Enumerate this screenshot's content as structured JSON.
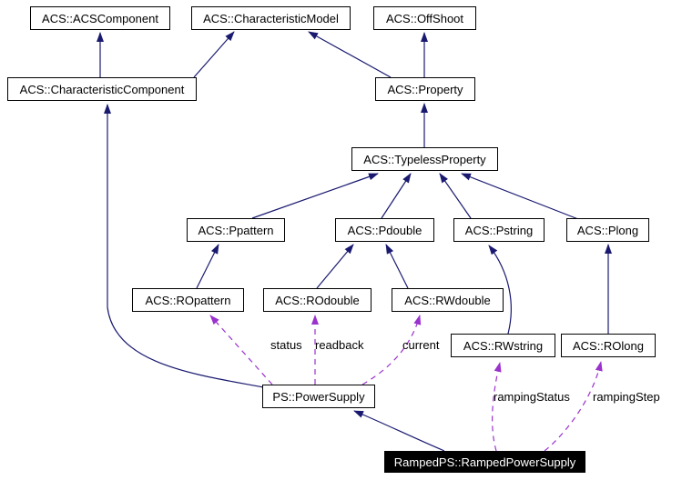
{
  "nodes": [
    {
      "id": "acs-acscomponent",
      "label": "ACS::ACSComponent"
    },
    {
      "id": "acs-characteristicmodel",
      "label": "ACS::CharacteristicModel"
    },
    {
      "id": "acs-offshoot",
      "label": "ACS::OffShoot"
    },
    {
      "id": "acs-characteristiccomponent",
      "label": "ACS::CharacteristicComponent"
    },
    {
      "id": "acs-property",
      "label": "ACS::Property"
    },
    {
      "id": "acs-typelessproperty",
      "label": "ACS::TypelessProperty"
    },
    {
      "id": "acs-ppattern",
      "label": "ACS::Ppattern"
    },
    {
      "id": "acs-pdouble",
      "label": "ACS::Pdouble"
    },
    {
      "id": "acs-pstring",
      "label": "ACS::Pstring"
    },
    {
      "id": "acs-plong",
      "label": "ACS::Plong"
    },
    {
      "id": "acs-ropattern",
      "label": "ACS::ROpattern"
    },
    {
      "id": "acs-rodouble",
      "label": "ACS::ROdouble"
    },
    {
      "id": "acs-rwdouble",
      "label": "ACS::RWdouble"
    },
    {
      "id": "acs-rwstring",
      "label": "ACS::RWstring"
    },
    {
      "id": "acs-rolong",
      "label": "ACS::ROlong"
    },
    {
      "id": "ps-powersupply",
      "label": "PS::PowerSupply"
    },
    {
      "id": "rampedps-rampedpowersupply",
      "label": "RampedPS::RampedPowerSupply"
    }
  ],
  "edge_labels": {
    "status": "status",
    "readback": "readback",
    "current": "current",
    "ramping_status": "rampingStatus",
    "ramping_step": "rampingStep"
  },
  "colors": {
    "inheritance_edge": "#191970",
    "usage_edge": "#9a32cc",
    "node_background": "#ffffff",
    "node_border": "#000000",
    "highlight_background": "#000000",
    "highlight_text": "#ffffff",
    "background": "#ffffff"
  }
}
